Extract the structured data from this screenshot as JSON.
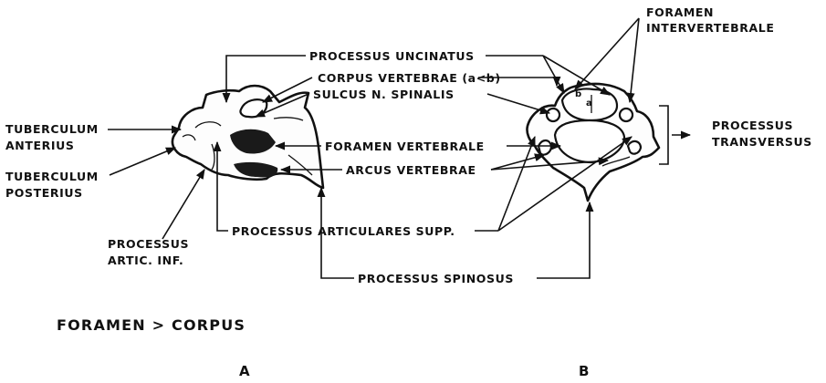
{
  "labels": {
    "foramen_intervertebrale_1": "FORAMEN",
    "foramen_intervertebrale_2": "INTERVERTEBRALE",
    "processus_uncinatus": "PROCESSUS UNCINATUS",
    "corpus_vertebrae": "CORPUS VERTEBRAE (a<b)",
    "sulcus_n_spinalis": "SULCUS N. SPINALIS",
    "tuberculum_anterius_1": "TUBERCULUM",
    "tuberculum_anterius_2": "ANTERIUS",
    "tuberculum_posterius_1": "TUBERCULUM",
    "tuberculum_posterius_2": "POSTERIUS",
    "foramen_vertebrale": "FORAMEN VERTEBRALE",
    "arcus_vertebrae": "ARCUS VERTEBRAE",
    "processus_transversus_1": "PROCESSUS",
    "processus_transversus_2": "TRANSVERSUS",
    "processus_artic_inf_1": "PROCESSUS",
    "processus_artic_inf_2": "ARTIC. INF.",
    "processus_articulares_supp": "PROCESSUS ARTICULARES SUPP.",
    "processus_spinosus": "PROCESSUS SPINOSUS",
    "inset_b": "b",
    "inset_a": "a"
  },
  "caption": "FORAMEN > CORPUS",
  "panels": {
    "a": "A",
    "b": "B"
  }
}
